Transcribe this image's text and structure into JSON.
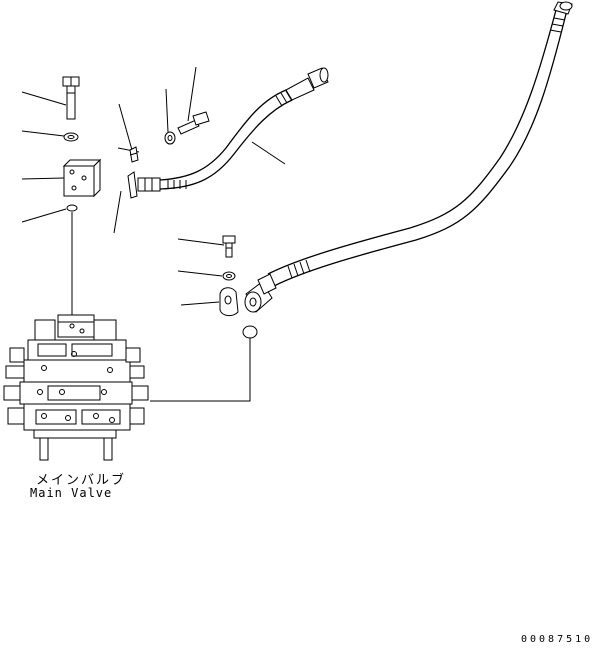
{
  "labels": {
    "main_valve_jp": "メインバルブ",
    "main_valve_en": "Main Valve"
  },
  "drawing_number": "00087510"
}
